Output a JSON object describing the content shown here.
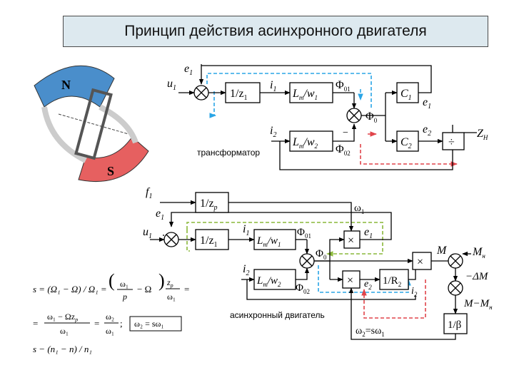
{
  "title": "Принцип действия асинхронного двигателя",
  "colors": {
    "blue_loop": "#2aa5e6",
    "red_loop": "#e0444a",
    "green_loop": "#8ab83a",
    "magnet_n": "#4a8ecb",
    "magnet_s": "#e66060",
    "title_bg": "#dde9ef"
  },
  "motor_sketch": {
    "pole_n": "N",
    "pole_s": "S"
  },
  "transformer": {
    "caption": "трансформатор",
    "e1": "e",
    "e1_sub": "1",
    "u1": "u",
    "u1_sub": "1",
    "block_z1": "1/z",
    "block_z1_sub": "1",
    "i1": "i",
    "i1_sub": "1",
    "block_lm_w1": "L",
    "block_lm_w1_sub": "m",
    "block_lm_w1_den": "/w",
    "block_lm_w1_den_sub": "1",
    "phi01": "Φ",
    "phi01_sub": "01",
    "block_c1": "C",
    "block_c1_sub": "1",
    "e1_out": "e",
    "e1_out_sub": "1",
    "phi0": "Φ",
    "phi0_sub": "0",
    "i2": "i",
    "i2_sub": "2",
    "block_lm_w2": "L",
    "block_lm_w2_sub": "m",
    "block_lm_w2_den": "/w",
    "block_lm_w2_den_sub": "2",
    "phi02": "Φ",
    "phi02_sub": "02",
    "block_c2": "C",
    "block_c2_sub": "2",
    "e2": "e",
    "e2_sub": "2",
    "divide": "÷",
    "zh": "Z",
    "zh_sub": "H",
    "minus": "−"
  },
  "motor": {
    "caption": "асинхронный двигатель",
    "f1": "f",
    "f1_sub": "1",
    "block_zp": "1/z",
    "block_zp_sub": "p",
    "omega1": "ω",
    "omega1_sub": "1",
    "e1": "e",
    "e1_sub": "1",
    "u1": "u",
    "u1_sub": "1",
    "block_z1": "1/z",
    "block_z1_sub": "1",
    "i1": "i",
    "i1_sub": "1",
    "block_lm_w1": "L",
    "block_lm_w1_sub": "m",
    "block_lm_w1_den": "/w",
    "block_lm_w1_den_sub": "1",
    "phi01": "Φ",
    "phi01_sub": "01",
    "mult": "×",
    "e1_out": "e",
    "e1_out_sub": "1",
    "phi0": "Φ",
    "phi0_sub": "0",
    "i2": "i",
    "i2_sub": "2",
    "block_lm_w2": "L",
    "block_lm_w2_sub": "m",
    "block_lm_w2_den": "/w",
    "block_lm_w2_den_sub": "2",
    "phi02": "Φ",
    "phi02_sub": "02",
    "e2": "e",
    "e2_sub": "2",
    "block_r2": "1/R",
    "block_r2_sub": "2",
    "i2_out": "i",
    "i2_out_sub": "2",
    "m": "M",
    "mh": "M",
    "mh_sub": "н",
    "delta_m": "−ΔM",
    "m_minus_mh": "M−M",
    "m_minus_mh_sub": "н",
    "block_beta": "1/β",
    "omega2_eq": "ω",
    "omega2_eq_sub": "2",
    "omega2_eq_rest": "=sω",
    "omega2_eq_rest_sub": "1"
  },
  "formulas": {
    "line1_left": "s = (Ω₁ − Ω) / Ω₁ =",
    "line1_frac_num": "ω₁",
    "line1_frac_den": "p",
    "line1_mid": "− Ω",
    "line1_zp_num": "z",
    "line1_zp_num_sub": "p",
    "line1_zp_den": "ω₁",
    "line1_end": "=",
    "line2_eq": "=",
    "line2_num": "ω₁ − Ωz",
    "line2_num_sub": "p",
    "line2_den": "ω₁",
    "line2_mid": "=",
    "line2_num2": "ω₂",
    "line2_den2": "ω₁",
    "line2_sep": ";",
    "line2_box": "ω₂ = sω₁",
    "line3": "s − (n₁ − n) / n₁"
  }
}
